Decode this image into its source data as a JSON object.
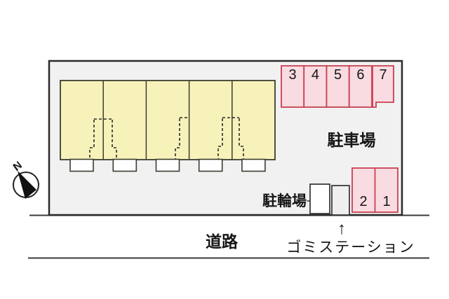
{
  "site_plan": {
    "north_label": "N",
    "parking": {
      "label": "駐車場",
      "top_spaces": [
        "3",
        "4",
        "5",
        "6",
        "7"
      ],
      "bottom_spaces": [
        "2",
        "1"
      ]
    },
    "bicycle_parking": {
      "label": "駐輪場"
    },
    "garbage_station": {
      "label": "ゴミステーション",
      "arrow": "↑"
    },
    "road": {
      "label": "道路"
    },
    "building": {
      "unit_count": 5
    },
    "icons": {
      "compass": "north-compass-icon",
      "garbage_arrow": "up-arrow-icon"
    },
    "colors": {
      "site_fill": "#f1f1f1",
      "site_border": "#2a2a2a",
      "building_fill": "#f7f2ba",
      "building_border": "#3c3c30",
      "parking_space_fill": "#f9dbe2",
      "parking_space_border": "#c8414f",
      "line": "#3a3a3a"
    }
  }
}
